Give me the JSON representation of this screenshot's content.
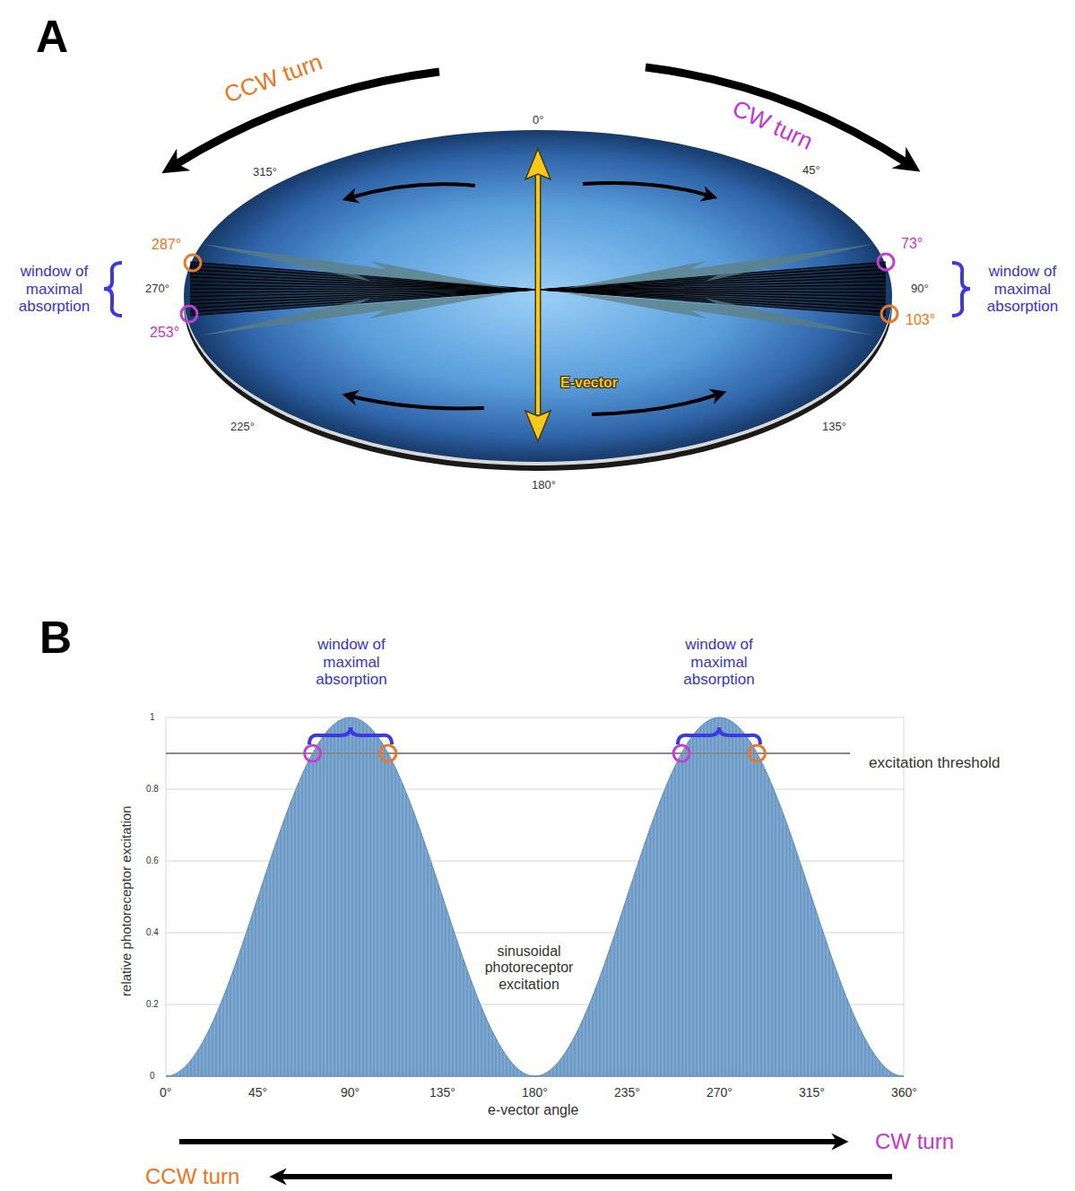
{
  "diagram": {
    "labels": [
      "A",
      "CCW turn",
      "CW turn",
      "0°",
      "315°",
      "45°",
      "287°",
      "73°",
      "window of maximal absorption",
      "270°",
      "90°",
      "window of maximal absorption",
      "253°",
      "103°",
      "E-vector",
      "225°",
      "135°",
      "180°",
      "B",
      "window of maximal absorption",
      "window of maximal absorption",
      "1",
      "0.8",
      "0.6",
      "0.4",
      "0.2",
      "0",
      "excitation threshold",
      "relative photoreceptor excitation",
      "sinusoidal photoreceptor excitation",
      "0°",
      "45°",
      "90°",
      "135°",
      "180°",
      "235°",
      "270°",
      "315°",
      "360°",
      "e-vector angle",
      "CW turn",
      "CCW turn"
    ]
  }
}
